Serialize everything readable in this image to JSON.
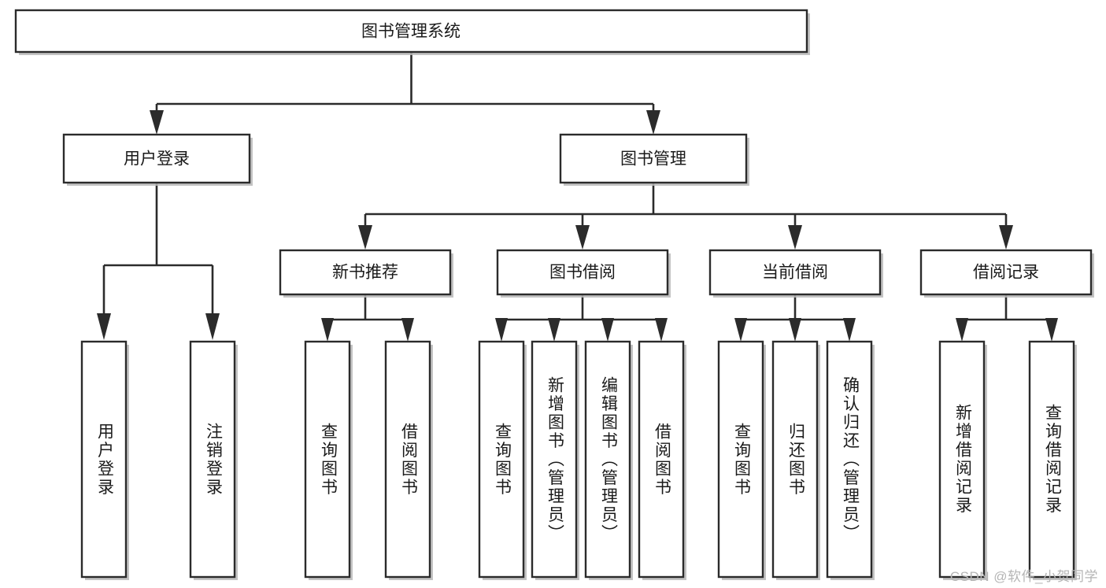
{
  "diagram": {
    "type": "hierarchy-tree",
    "title": "图书管理系统",
    "watermark": "CSDN @软件_小贺同学",
    "colors": {
      "stroke": "#2b2b2b",
      "fill": "#ffffff",
      "shadow": "#b9b9b9",
      "text": "#1a1a1a",
      "watermark": "#b5b5b5"
    },
    "root": {
      "label": "图书管理系统"
    },
    "level2": [
      {
        "label": "用户登录"
      },
      {
        "label": "图书管理"
      }
    ],
    "level3": [
      {
        "label": "新书推荐"
      },
      {
        "label": "图书借阅"
      },
      {
        "label": "当前借阅"
      },
      {
        "label": "借阅记录"
      }
    ],
    "leaves": {
      "user_login": [
        {
          "label": "用户登录"
        },
        {
          "label": "注销登录"
        }
      ],
      "new_book": [
        {
          "label": "查询图书"
        },
        {
          "label": "借阅图书"
        }
      ],
      "book_borrow": [
        {
          "label": "查询图书"
        },
        {
          "label": "新增图书（管理员）"
        },
        {
          "label": "编辑图书（管理员）"
        },
        {
          "label": "借阅图书"
        }
      ],
      "current_borrow": [
        {
          "label": "查询图书"
        },
        {
          "label": "归还图书"
        },
        {
          "label": "确认归还（管理员）"
        }
      ],
      "borrow_record": [
        {
          "label": "新增借阅记录"
        },
        {
          "label": "查询借阅记录"
        }
      ]
    }
  }
}
